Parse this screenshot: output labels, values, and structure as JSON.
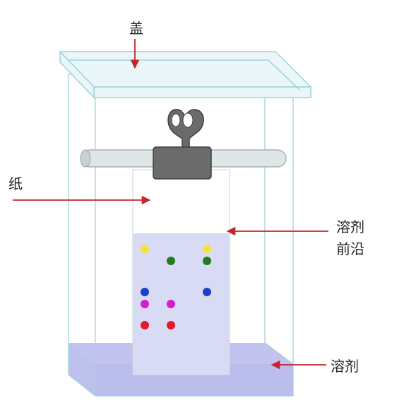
{
  "labels": {
    "lid": "盖",
    "paper": "纸",
    "solvent_front_line1": "溶剂",
    "solvent_front_line2": "前沿",
    "solvent": "溶剂"
  },
  "colors": {
    "tank_outline": "#9fd4d8",
    "lid_fill": "#eaf6f7",
    "clip": "#6b6b6b",
    "rod": "#dfe6e8",
    "paper": "#ffffff",
    "developed_region": "#d9daf4",
    "solvent": "#b7b9ec",
    "arrow": "#c1272d"
  },
  "spots": [
    {
      "lane": 1,
      "name": "yellow-spot-1",
      "color": "#f2e23a"
    },
    {
      "lane": 3,
      "name": "yellow-spot-2",
      "color": "#f2e23a"
    },
    {
      "lane": 2,
      "name": "green-spot-1",
      "color": "#1f7d1f"
    },
    {
      "lane": 3,
      "name": "green-spot-2",
      "color": "#1f7d1f"
    },
    {
      "lane": 1,
      "name": "blue-spot-1",
      "color": "#1b3fc6"
    },
    {
      "lane": 3,
      "name": "blue-spot-2",
      "color": "#1b3fc6"
    },
    {
      "lane": 1,
      "name": "magenta-spot-1",
      "color": "#d21bd2"
    },
    {
      "lane": 2,
      "name": "magenta-spot-2",
      "color": "#d21bd2"
    },
    {
      "lane": 1,
      "name": "red-spot-1",
      "color": "#e21b2a"
    },
    {
      "lane": 2,
      "name": "red-spot-2",
      "color": "#e21b2a"
    }
  ]
}
